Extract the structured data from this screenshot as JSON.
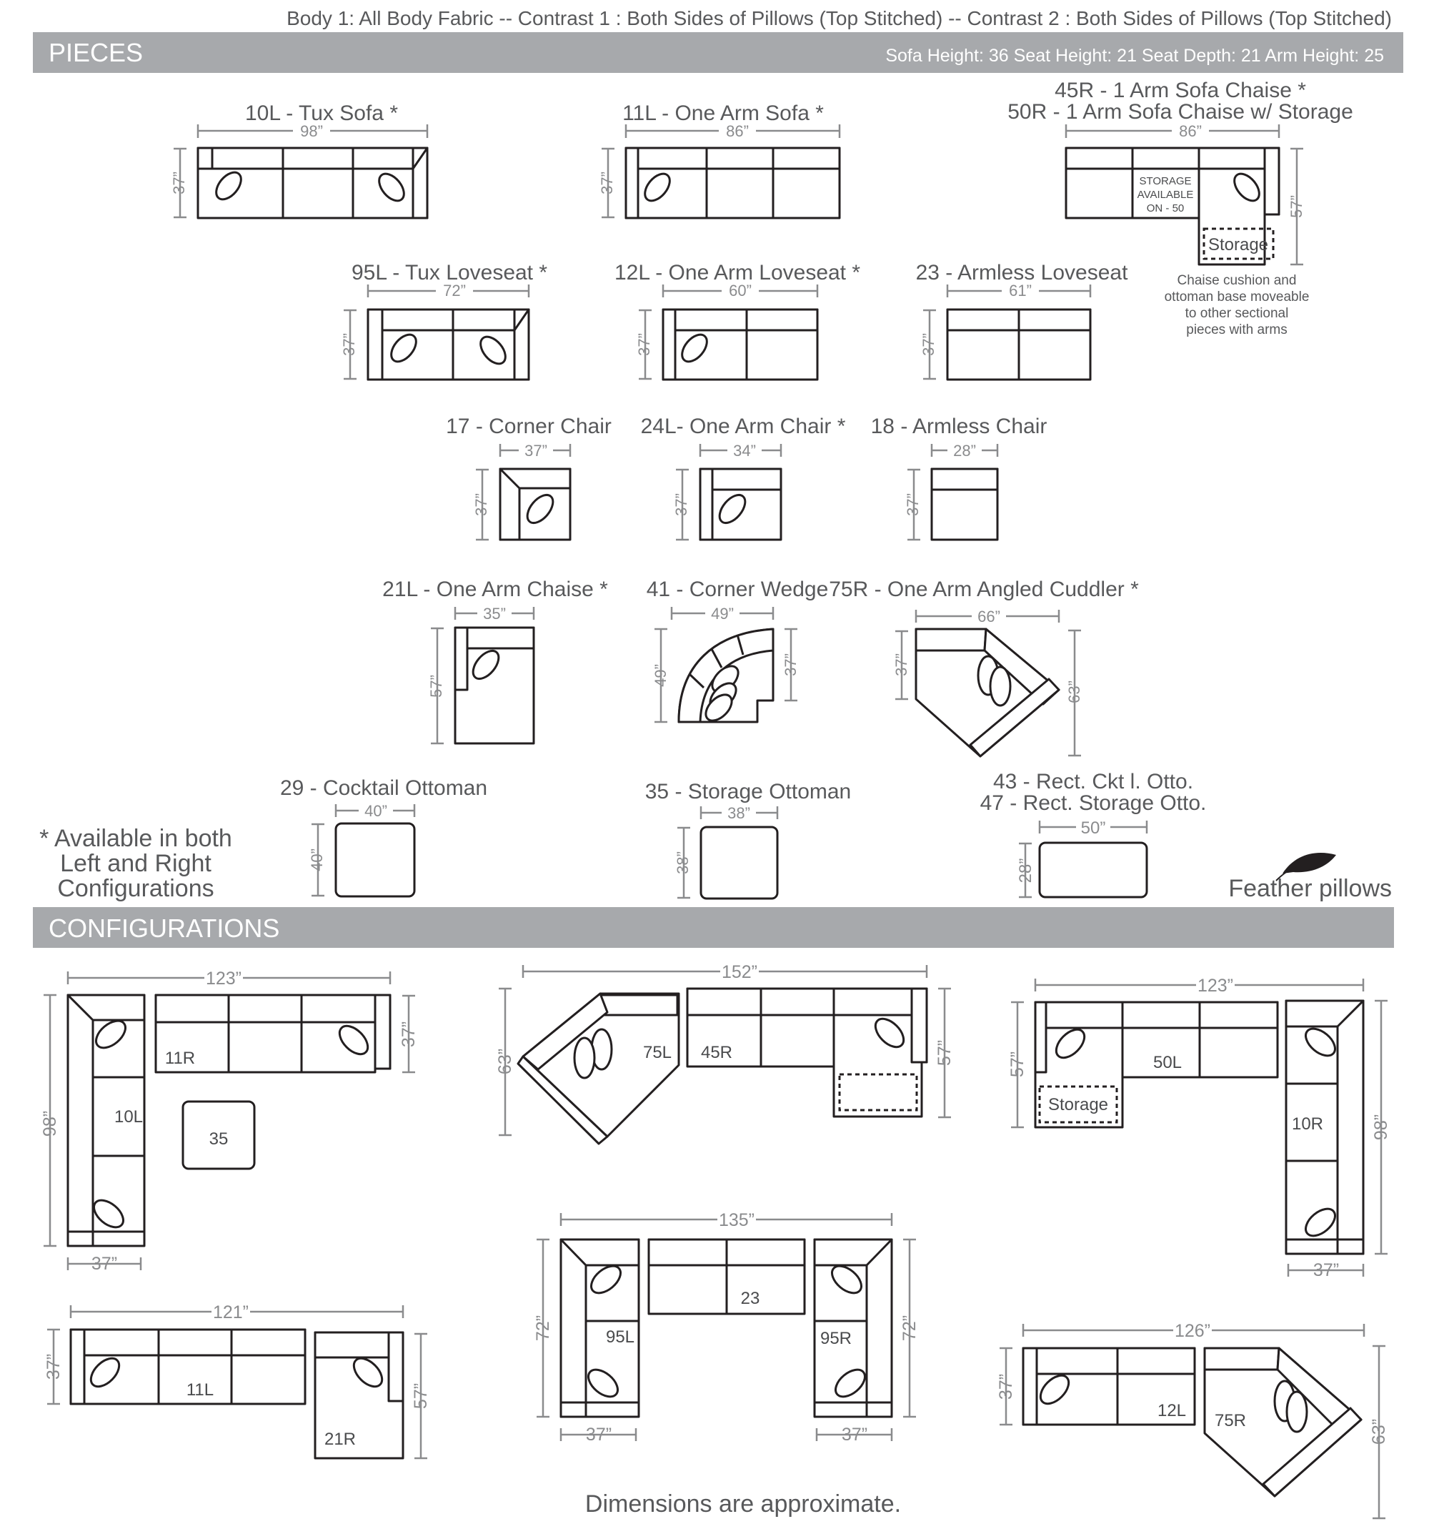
{
  "header": {
    "fabric_note": "Body 1: All Body Fabric -- Contrast 1 : Both Sides of Pillows (Top Stitched)  -- Contrast 2 : Both Sides of Pillows (Top Stitched)"
  },
  "pieces_bar": {
    "title": "PIECES",
    "specs": "Sofa Height: 36   Seat Height: 21   Seat Depth: 21   Arm Height: 25"
  },
  "pieces": {
    "p10L": {
      "label": "10L - Tux Sofa *",
      "width": "98”",
      "height": "37”"
    },
    "p11L": {
      "label": "11L - One Arm Sofa *",
      "width": "86”",
      "height": "37”"
    },
    "p45R": {
      "label1": "45R - 1 Arm Sofa Chaise *",
      "label2": "50R - 1 Arm Sofa Chaise w/ Storage",
      "width": "86”",
      "height": "57”",
      "storage_note": [
        "STORAGE",
        "AVAILABLE",
        "ON - 50"
      ],
      "storage_label": "Storage",
      "chaise_note": [
        "Chaise cushion and",
        "ottoman base moveable",
        "to other sectional",
        "pieces with arms"
      ]
    },
    "p95L": {
      "label": "95L - Tux Loveseat *",
      "width": "72”",
      "height": "37”"
    },
    "p12L": {
      "label": "12L - One Arm Loveseat *",
      "width": "60”",
      "height": "37”"
    },
    "p23": {
      "label": "23 - Armless Loveseat",
      "width": "61”",
      "height": "37”"
    },
    "p17": {
      "label": "17 - Corner Chair",
      "width": "37”",
      "height": "37”"
    },
    "p24L": {
      "label": "24L- One Arm Chair *",
      "width": "34”",
      "height": "37”"
    },
    "p18": {
      "label": "18 - Armless Chair",
      "width": "28”",
      "height": "37”"
    },
    "p21L": {
      "label": "21L - One Arm Chaise *",
      "width": "35”",
      "height": "57”"
    },
    "p41": {
      "label": "41 - Corner Wedge",
      "width": "49”",
      "height_left": "49”",
      "height_right": "37”"
    },
    "p75R": {
      "label": "75R - One Arm Angled Cuddler *",
      "width": "66”",
      "height_left": "37”",
      "height_right": "63”"
    },
    "p29": {
      "label": "29 - Cocktail Ottoman",
      "width": "40”",
      "height": "40”"
    },
    "p35": {
      "label": "35 - Storage  Ottoman",
      "width": "38”",
      "height": "38”"
    },
    "p43": {
      "label1": "43 - Rect. Ckt l. Otto.",
      "label2": "47 - Rect. Storage Otto.",
      "width": "50”",
      "height": "28”"
    }
  },
  "availability_note": [
    "* Available in both",
    "Left and Right",
    "Configurations"
  ],
  "feather_note": "Feather pillows",
  "configs_bar": {
    "title": "CONFIGURATIONS"
  },
  "configs": {
    "c1": {
      "width": "123”",
      "height_left": "98”",
      "height_right": "37”",
      "bottom": "37”",
      "tags": [
        "11R",
        "10L",
        "35"
      ]
    },
    "c2": {
      "width": "152”",
      "height_left": "63”",
      "height_right": "57”",
      "tags": [
        "75L",
        "45R"
      ]
    },
    "c3": {
      "width": "123”",
      "height_left": "57”",
      "height_right": "98”",
      "bottom": "37”",
      "tags": [
        "50L",
        "10R"
      ],
      "storage_label": "Storage"
    },
    "c4": {
      "width": "121”",
      "height_left": "37”",
      "height_right": "57”",
      "tags": [
        "11L",
        "21R"
      ]
    },
    "c5": {
      "width": "135”",
      "height_left": "72”",
      "height_right": "72”",
      "bottom_left": "37”",
      "bottom_right": "37”",
      "tags": [
        "23",
        "95L",
        "95R"
      ]
    },
    "c6": {
      "width": "126”",
      "height_left": "37”",
      "height_right": "63”",
      "tags": [
        "12L",
        "75R"
      ]
    }
  },
  "footer": {
    "note": "Dimensions are approximate."
  }
}
